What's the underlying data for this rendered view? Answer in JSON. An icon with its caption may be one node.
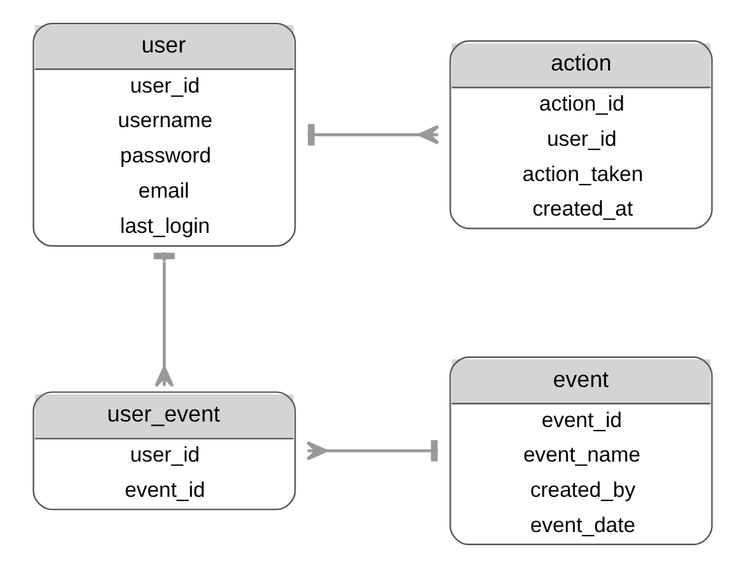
{
  "diagram": {
    "nodes": [
      {
        "text": [
          "user",
          "user_id",
          "username",
          "password",
          "email",
          "last_login"
        ]
      },
      {
        "text": [
          "action",
          "action_id",
          "user_id",
          "action_taken",
          "created_at"
        ]
      },
      {
        "text": [
          "user_event",
          "user_id",
          "event_id"
        ]
      },
      {
        "text": [
          "event",
          "event_id",
          "event_name",
          "created_by",
          "event_date"
        ]
      }
    ],
    "edges": [
      {
        "from": 0,
        "to": 1,
        "arrow": "other"
      },
      {
        "from": 0,
        "to": 2,
        "arrow": "other"
      },
      {
        "from": 2,
        "to": 3,
        "arrow": "other"
      }
    ]
  }
}
